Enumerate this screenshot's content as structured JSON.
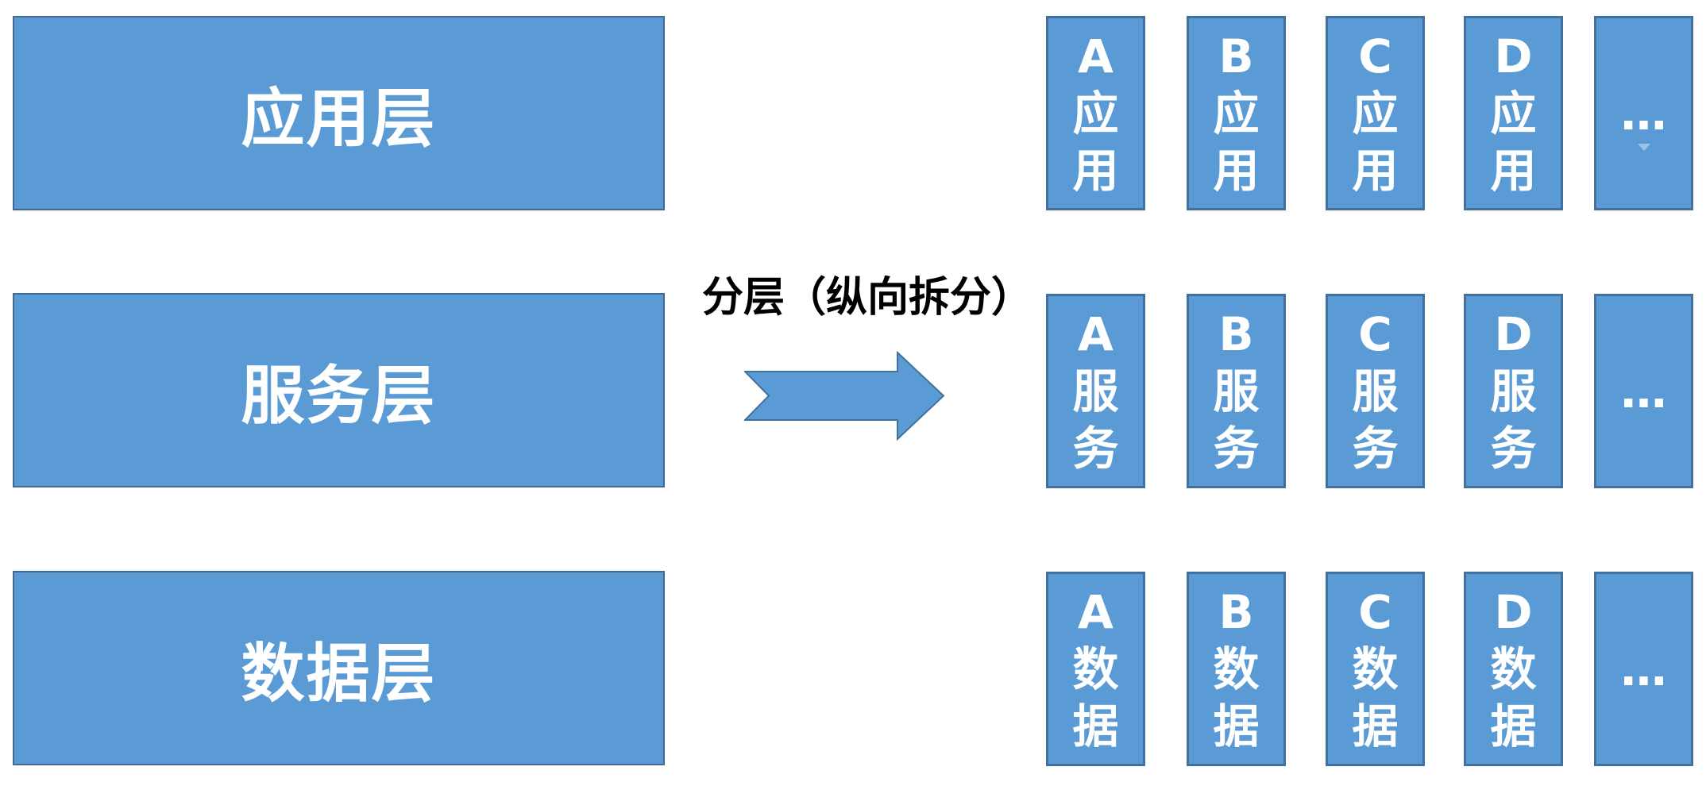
{
  "diagram": {
    "title_label": "分层（纵向拆分）",
    "layers": [
      {
        "label": "应用层"
      },
      {
        "label": "服务层"
      },
      {
        "label": "数据层"
      }
    ],
    "grid": {
      "rows": [
        {
          "cells": [
            "A\n应\n用",
            "B\n应\n用",
            "C\n应\n用",
            "D\n应\n用",
            "…"
          ]
        },
        {
          "cells": [
            "A\n服\n务",
            "B\n服\n务",
            "C\n服\n务",
            "D\n服\n务",
            "…"
          ]
        },
        {
          "cells": [
            "A\n数\n据",
            "B\n数\n据",
            "C\n数\n据",
            "D\n数\n据",
            "…"
          ]
        }
      ]
    },
    "icons": {
      "arrow": "notched-right-arrow",
      "overflow_marker": "down-triangle"
    },
    "colors": {
      "shape_fill": "#5B9BD5",
      "shape_border": "#41719C",
      "box_text": "#FFFFFF",
      "title_text": "#000000",
      "overflow_triangle": "#9CC3E5",
      "background": "#FFFFFF"
    }
  }
}
